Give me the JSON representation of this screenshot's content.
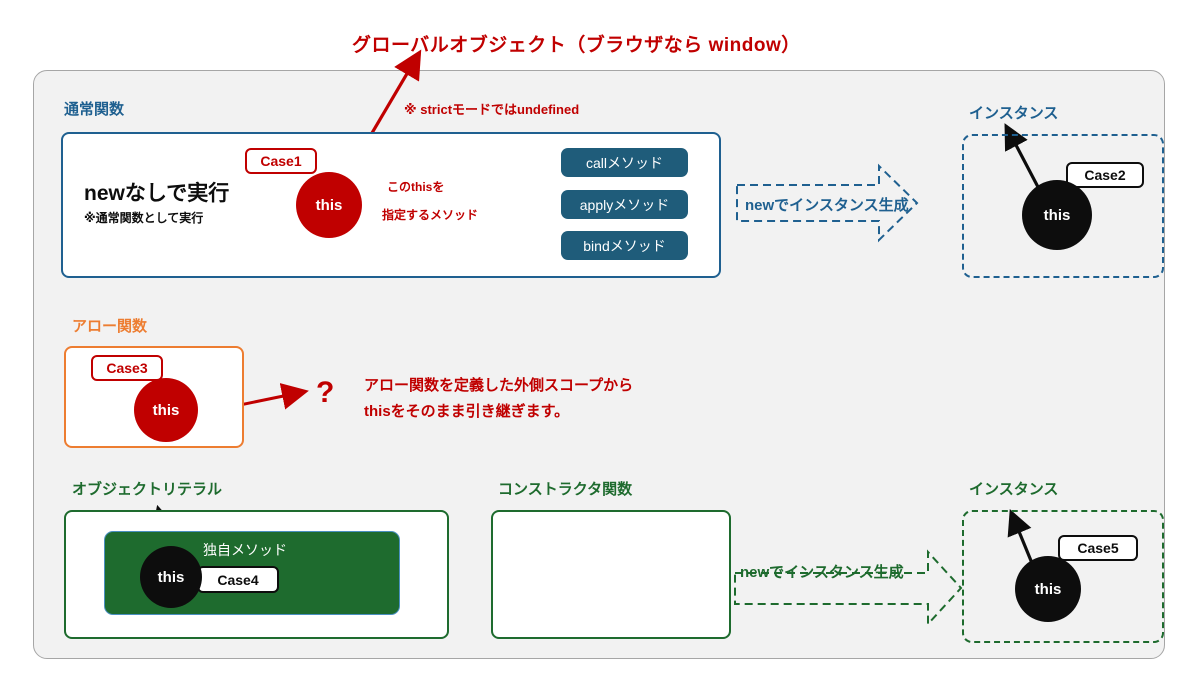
{
  "title": "グローバルオブジェクト（ブラウザなら window）",
  "colors": {
    "red": "#C00000",
    "blue": "#1F6090",
    "teal": "#1F5C7A",
    "orange": "#ED7D31",
    "green": "#1E6B2E",
    "black": "#0d0d0d",
    "panel_bg": "#f2f2f2",
    "panel_border": "#a6a6a6"
  },
  "normal_function": {
    "caption": "通常関数",
    "headline": "newなしで実行",
    "subline": "※通常関数として実行",
    "case_tag": "Case1",
    "circle_label": "this",
    "strict_note": "※ strictモードではundefined",
    "method_note_line1": "このthisを",
    "method_note_line2": "指定するメソッド",
    "methods": [
      {
        "label": "callメソッド"
      },
      {
        "label": "applyメソッド"
      },
      {
        "label": "bindメソッド"
      }
    ]
  },
  "instance_top": {
    "caption": "インスタンス",
    "arrow_label": "newでインスタンス生成",
    "case_tag": "Case2",
    "circle_label": "this"
  },
  "arrow_function": {
    "caption": "アロー関数",
    "case_tag": "Case3",
    "circle_label": "this",
    "question_mark": "?",
    "note_line1": "アロー関数を定義した外側スコープから",
    "note_line2": "thisをそのまま引き継ぎます。"
  },
  "object_literal": {
    "caption": "オブジェクトリテラル",
    "method_label": "独自メソッド",
    "case_tag": "Case4",
    "circle_label": "this"
  },
  "constructor_function": {
    "caption": "コンストラクタ関数"
  },
  "instance_bottom": {
    "caption": "インスタンス",
    "arrow_label": "newでインスタンス生成",
    "case_tag": "Case5",
    "circle_label": "this"
  }
}
